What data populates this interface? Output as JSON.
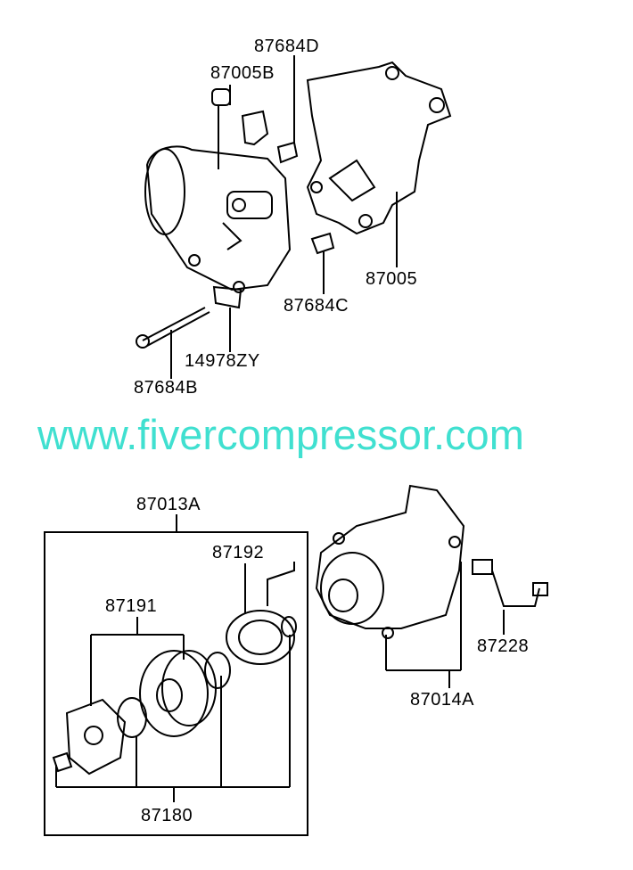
{
  "watermark": {
    "text": "www.fivercompressor.com",
    "color": "#40E0D0"
  },
  "upper_assembly": {
    "labels": {
      "bolt_d": "87684D",
      "sensor": "87005B",
      "bracket": "87005",
      "bolt_c": "87684C",
      "plate": "14978ZY",
      "bolt_b": "87684B"
    }
  },
  "clutch_assembly": {
    "title": "87013A",
    "labels": {
      "coil": "87192",
      "hub_pulley": "87191",
      "snap_rings": "87180"
    }
  },
  "compressor_assembly": {
    "labels": {
      "harness": "87228",
      "compressor": "87014A"
    }
  }
}
